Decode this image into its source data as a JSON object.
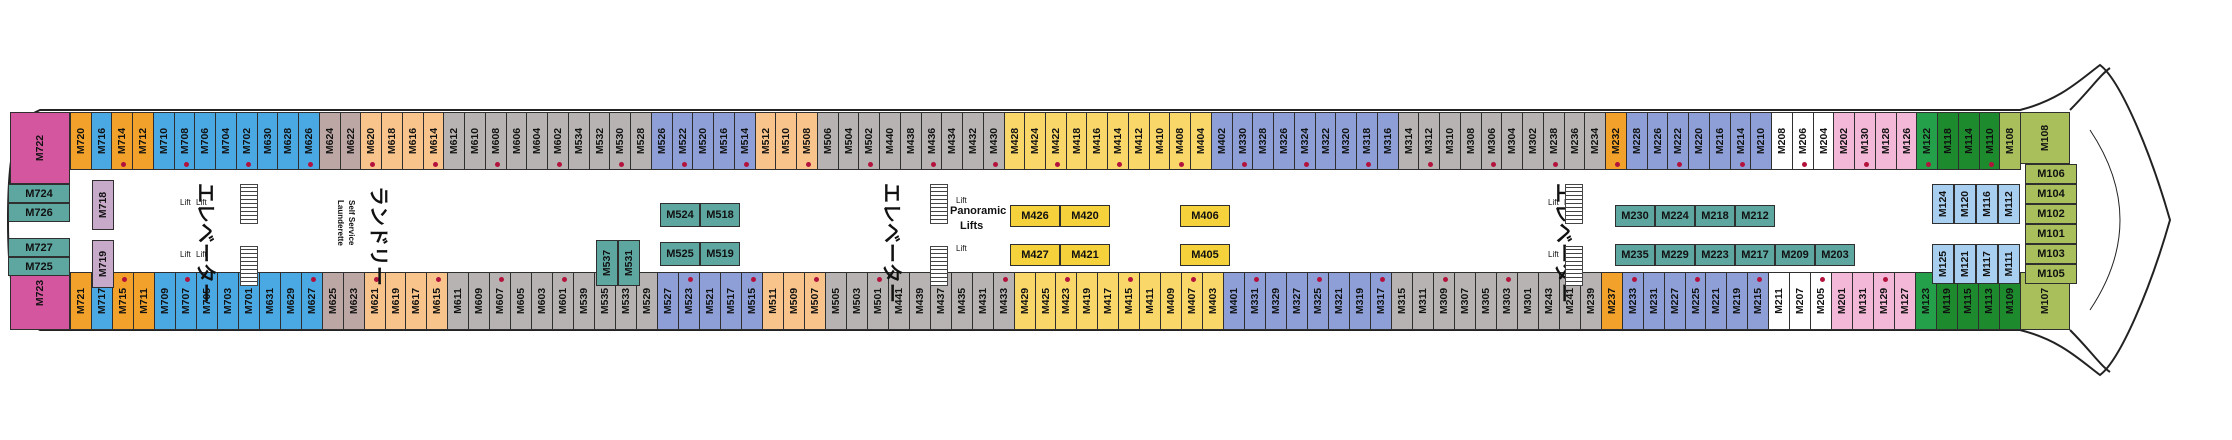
{
  "colors": {
    "pink": "#d4569f",
    "olive": "#a8bf5c",
    "teal": "#5ea7a1",
    "green": "#24a04a",
    "darkgreen": "#1e8a2e",
    "lightpink": "#f3b8d7",
    "lightblue": "#a9cff0",
    "blue": "#4aa8e2",
    "periwinkle": "#8d9fd6",
    "grey": "#b6b3b2",
    "taupe": "#bca7a4",
    "mauve": "#c7a9c9",
    "peach": "#f8c48b",
    "orange": "#f2a22a",
    "yellow": "#f5d13c",
    "lightyellow": "#fad769",
    "white": "#ffffff"
  },
  "top_row_outer": [
    [
      "M722",
      "pink"
    ],
    [
      "M720",
      "orange"
    ],
    [
      "M716",
      "blue"
    ],
    [
      "M714",
      "orange"
    ],
    [
      "M712",
      "orange"
    ],
    [
      "M710",
      "blue"
    ],
    [
      "M708",
      "blue"
    ],
    [
      "M706",
      "blue"
    ],
    [
      "M704",
      "blue"
    ],
    [
      "M702",
      "blue"
    ],
    [
      "M630",
      "blue"
    ],
    [
      "M628",
      "blue"
    ],
    [
      "M626",
      "blue"
    ],
    [
      "M624",
      "taupe"
    ],
    [
      "M622",
      "taupe"
    ],
    [
      "M620",
      "peach"
    ],
    [
      "M618",
      "peach"
    ],
    [
      "M616",
      "peach"
    ],
    [
      "M614",
      "peach"
    ],
    [
      "M612",
      "grey"
    ],
    [
      "M610",
      "grey"
    ],
    [
      "M608",
      "grey"
    ],
    [
      "M606",
      "grey"
    ],
    [
      "M604",
      "grey"
    ],
    [
      "M602",
      "grey"
    ],
    [
      "M534",
      "grey"
    ],
    [
      "M532",
      "grey"
    ],
    [
      "M530",
      "grey"
    ],
    [
      "M528",
      "grey"
    ],
    [
      "M526",
      "periwinkle"
    ],
    [
      "M522",
      "periwinkle"
    ],
    [
      "M520",
      "periwinkle"
    ],
    [
      "M516",
      "periwinkle"
    ],
    [
      "M514",
      "periwinkle"
    ],
    [
      "M512",
      "peach"
    ],
    [
      "M510",
      "peach"
    ],
    [
      "M508",
      "peach"
    ],
    [
      "M506",
      "grey"
    ],
    [
      "M504",
      "grey"
    ],
    [
      "M502",
      "grey"
    ],
    [
      "M440",
      "grey"
    ],
    [
      "M438",
      "grey"
    ],
    [
      "M436",
      "grey"
    ],
    [
      "M434",
      "grey"
    ],
    [
      "M432",
      "grey"
    ],
    [
      "M430",
      "grey"
    ],
    [
      "M428",
      "lightyellow"
    ],
    [
      "M424",
      "lightyellow"
    ],
    [
      "M422",
      "lightyellow"
    ],
    [
      "M418",
      "lightyellow"
    ],
    [
      "M416",
      "lightyellow"
    ],
    [
      "M414",
      "lightyellow"
    ],
    [
      "M412",
      "lightyellow"
    ],
    [
      "M410",
      "lightyellow"
    ],
    [
      "M408",
      "lightyellow"
    ],
    [
      "M404",
      "lightyellow"
    ],
    [
      "M402",
      "periwinkle"
    ],
    [
      "M330",
      "periwinkle"
    ],
    [
      "M328",
      "periwinkle"
    ],
    [
      "M326",
      "periwinkle"
    ],
    [
      "M324",
      "periwinkle"
    ],
    [
      "M322",
      "periwinkle"
    ],
    [
      "M320",
      "periwinkle"
    ],
    [
      "M318",
      "periwinkle"
    ],
    [
      "M316",
      "periwinkle"
    ],
    [
      "M314",
      "grey"
    ],
    [
      "M312",
      "grey"
    ],
    [
      "M310",
      "grey"
    ],
    [
      "M308",
      "grey"
    ],
    [
      "M306",
      "grey"
    ],
    [
      "M304",
      "grey"
    ],
    [
      "M302",
      "grey"
    ],
    [
      "M238",
      "grey"
    ],
    [
      "M236",
      "grey"
    ],
    [
      "M234",
      "grey"
    ],
    [
      "M232",
      "orange"
    ],
    [
      "M228",
      "periwinkle"
    ],
    [
      "M226",
      "periwinkle"
    ],
    [
      "M222",
      "periwinkle"
    ],
    [
      "M220",
      "periwinkle"
    ],
    [
      "M216",
      "periwinkle"
    ],
    [
      "M214",
      "periwinkle"
    ],
    [
      "M210",
      "periwinkle"
    ],
    [
      "M208",
      "white"
    ],
    [
      "M206",
      "white"
    ],
    [
      "M204",
      "white"
    ],
    [
      "M202",
      "lightpink"
    ],
    [
      "M130",
      "lightpink"
    ],
    [
      "M128",
      "lightpink"
    ],
    [
      "M126",
      "lightpink"
    ],
    [
      "M122",
      "green"
    ],
    [
      "M118",
      "darkgreen"
    ],
    [
      "M114",
      "darkgreen"
    ],
    [
      "M110",
      "darkgreen"
    ],
    [
      "M108",
      "olive"
    ]
  ],
  "bottom_row_outer": [
    [
      "M723",
      "pink"
    ],
    [
      "M721",
      "orange"
    ],
    [
      "M717",
      "blue"
    ],
    [
      "M715",
      "orange"
    ],
    [
      "M711",
      "orange"
    ],
    [
      "M709",
      "blue"
    ],
    [
      "M707",
      "blue"
    ],
    [
      "M705",
      "blue"
    ],
    [
      "M703",
      "blue"
    ],
    [
      "M701",
      "blue"
    ],
    [
      "M631",
      "blue"
    ],
    [
      "M629",
      "blue"
    ],
    [
      "M627",
      "blue"
    ],
    [
      "M625",
      "taupe"
    ],
    [
      "M623",
      "taupe"
    ],
    [
      "M621",
      "peach"
    ],
    [
      "M619",
      "peach"
    ],
    [
      "M617",
      "peach"
    ],
    [
      "M615",
      "peach"
    ],
    [
      "M611",
      "grey"
    ],
    [
      "M609",
      "grey"
    ],
    [
      "M607",
      "grey"
    ],
    [
      "M605",
      "grey"
    ],
    [
      "M603",
      "grey"
    ],
    [
      "M601",
      "grey"
    ],
    [
      "M539",
      "grey"
    ],
    [
      "M535",
      "grey"
    ],
    [
      "M533",
      "grey"
    ],
    [
      "M529",
      "grey"
    ],
    [
      "M527",
      "periwinkle"
    ],
    [
      "M523",
      "periwinkle"
    ],
    [
      "M521",
      "periwinkle"
    ],
    [
      "M517",
      "periwinkle"
    ],
    [
      "M515",
      "periwinkle"
    ],
    [
      "M511",
      "peach"
    ],
    [
      "M509",
      "peach"
    ],
    [
      "M507",
      "peach"
    ],
    [
      "M505",
      "grey"
    ],
    [
      "M503",
      "grey"
    ],
    [
      "M501",
      "grey"
    ],
    [
      "M441",
      "grey"
    ],
    [
      "M439",
      "grey"
    ],
    [
      "M437",
      "grey"
    ],
    [
      "M435",
      "grey"
    ],
    [
      "M431",
      "grey"
    ],
    [
      "M433",
      "grey"
    ],
    [
      "M429",
      "lightyellow"
    ],
    [
      "M425",
      "lightyellow"
    ],
    [
      "M423",
      "lightyellow"
    ],
    [
      "M419",
      "lightyellow"
    ],
    [
      "M417",
      "lightyellow"
    ],
    [
      "M415",
      "lightyellow"
    ],
    [
      "M411",
      "lightyellow"
    ],
    [
      "M409",
      "lightyellow"
    ],
    [
      "M407",
      "lightyellow"
    ],
    [
      "M403",
      "lightyellow"
    ],
    [
      "M401",
      "periwinkle"
    ],
    [
      "M331",
      "periwinkle"
    ],
    [
      "M329",
      "periwinkle"
    ],
    [
      "M327",
      "periwinkle"
    ],
    [
      "M325",
      "periwinkle"
    ],
    [
      "M321",
      "periwinkle"
    ],
    [
      "M319",
      "periwinkle"
    ],
    [
      "M317",
      "periwinkle"
    ],
    [
      "M315",
      "grey"
    ],
    [
      "M311",
      "grey"
    ],
    [
      "M309",
      "grey"
    ],
    [
      "M307",
      "grey"
    ],
    [
      "M305",
      "grey"
    ],
    [
      "M303",
      "grey"
    ],
    [
      "M301",
      "grey"
    ],
    [
      "M243",
      "grey"
    ],
    [
      "M241",
      "grey"
    ],
    [
      "M239",
      "grey"
    ],
    [
      "M237",
      "orange"
    ],
    [
      "M233",
      "periwinkle"
    ],
    [
      "M231",
      "periwinkle"
    ],
    [
      "M227",
      "periwinkle"
    ],
    [
      "M225",
      "periwinkle"
    ],
    [
      "M221",
      "periwinkle"
    ],
    [
      "M219",
      "periwinkle"
    ],
    [
      "M215",
      "periwinkle"
    ],
    [
      "M211",
      "white"
    ],
    [
      "M207",
      "white"
    ],
    [
      "M205",
      "white"
    ],
    [
      "M201",
      "lightpink"
    ],
    [
      "M131",
      "lightpink"
    ],
    [
      "M129",
      "lightpink"
    ],
    [
      "M127",
      "lightpink"
    ],
    [
      "M123",
      "green"
    ],
    [
      "M119",
      "darkgreen"
    ],
    [
      "M115",
      "darkgreen"
    ],
    [
      "M113",
      "darkgreen"
    ],
    [
      "M109",
      "darkgreen"
    ]
  ],
  "left_stack": [
    "M724",
    "M726",
    "M727",
    "M725"
  ],
  "left_inner": [
    "M718",
    "M719"
  ],
  "mid_blocks_top": [
    "M524",
    "M518"
  ],
  "mid_blocks_bottom": [
    "M525",
    "M519"
  ],
  "mid_537_531": [
    "M537",
    "M531"
  ],
  "yellow_center_top": [
    "M426",
    "M420",
    "M406"
  ],
  "yellow_center_bottom": [
    "M427",
    "M421",
    "M405"
  ],
  "teal_top": [
    "M230",
    "M224",
    "M218",
    "M212"
  ],
  "teal_bottom": [
    "M235",
    "M229",
    "M223",
    "M217",
    "M209",
    "M203"
  ],
  "blue_right_cols": [
    [
      "M124",
      "M120",
      "M116",
      "M112"
    ],
    [
      "M125",
      "M121",
      "M117",
      "M111"
    ]
  ],
  "right_stack": [
    "M106",
    "M104",
    "M102",
    "M101",
    "M103",
    "M105",
    "M107"
  ],
  "labels": {
    "elevator_jp": "エレベーター",
    "laundry_jp": "ランドリー",
    "self_service": "Self Service",
    "launderette": "Launderette",
    "panoramic": "Panoramic",
    "lifts": "Lifts",
    "lift": "Lift"
  }
}
